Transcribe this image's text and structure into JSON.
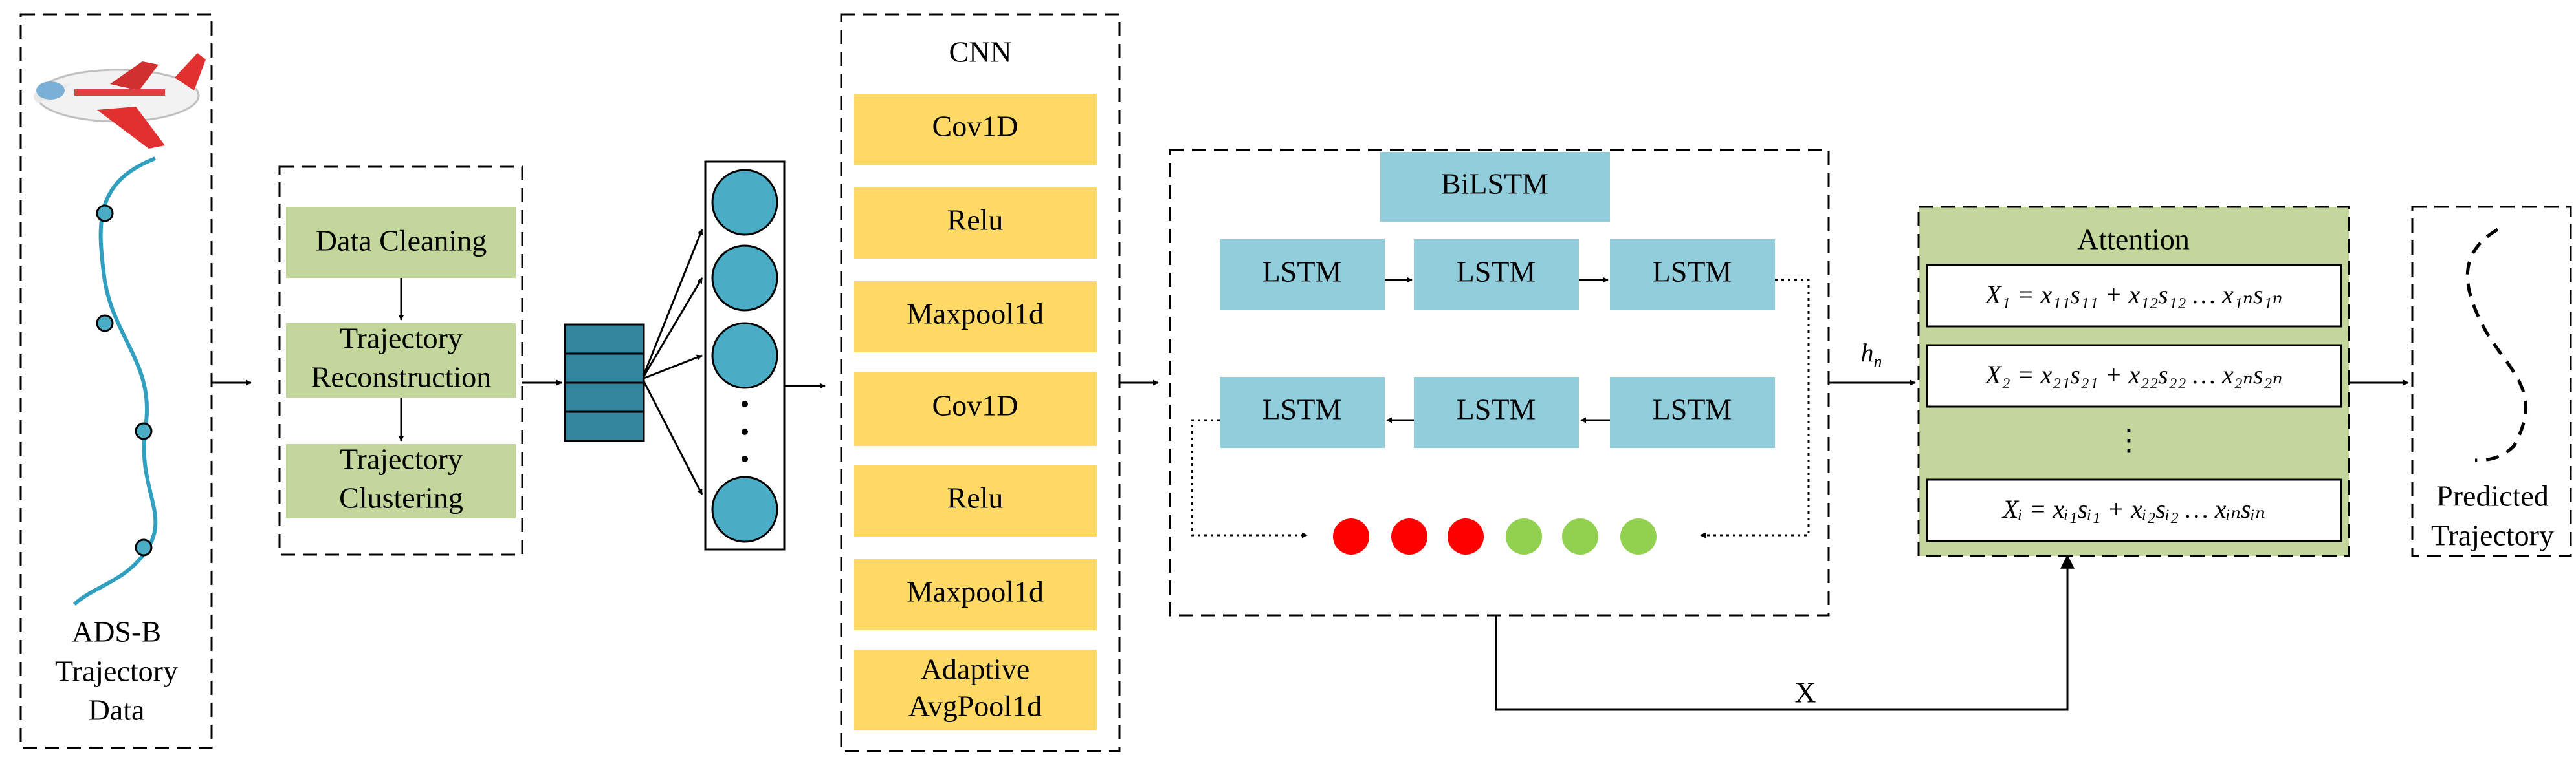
{
  "input_block": {
    "label_lines": [
      "ADS-B",
      "Trajectory",
      "Data"
    ]
  },
  "preprocess": {
    "steps": [
      {
        "lines": [
          "Data Cleaning"
        ]
      },
      {
        "lines": [
          "Trajectory",
          "Reconstruction"
        ]
      },
      {
        "lines": [
          "Trajectory",
          "Clustering"
        ]
      }
    ]
  },
  "cnn": {
    "title": "CNN",
    "layers": [
      {
        "lines": [
          "Cov1D"
        ]
      },
      {
        "lines": [
          "Relu"
        ]
      },
      {
        "lines": [
          "Maxpool1d"
        ]
      },
      {
        "lines": [
          "Cov1D"
        ]
      },
      {
        "lines": [
          "Relu"
        ]
      },
      {
        "lines": [
          "Maxpool1d"
        ]
      },
      {
        "lines": [
          "Adaptive",
          "AvgPool1d"
        ]
      }
    ]
  },
  "bilstm": {
    "title": "BiLSTM",
    "forward_cells": [
      "LSTM",
      "LSTM",
      "LSTM"
    ],
    "backward_cells": [
      "LSTM",
      "LSTM",
      "LSTM"
    ],
    "dot_colors": [
      "#ff0000",
      "#ff0000",
      "#ff0000",
      "#92d050",
      "#92d050",
      "#92d050"
    ]
  },
  "hidden_label": "h_n",
  "skip_label": "X",
  "attention": {
    "title": "Attention",
    "row1": "X₁ = x₁₁s₁₁ + x₁₂s₁₂ … x₁ₙs₁ₙ",
    "row2": "X₂ = x₂₁s₂₁ + x₂₂s₂₂ … x₂ₙs₂ₙ",
    "ellipsis": "⋮",
    "row3": "Xᵢ = xᵢ₁sᵢ₁ + xᵢ₂sᵢ₂ … xᵢₙsᵢₙ"
  },
  "output_block": {
    "label_lines": [
      "Predicted",
      "Trajectory"
    ]
  },
  "colors": {
    "green_box": "#c3d69b",
    "yellow_box": "#ffd966",
    "blue_box": "#92cddc",
    "teal_node": "#4bacc6"
  }
}
